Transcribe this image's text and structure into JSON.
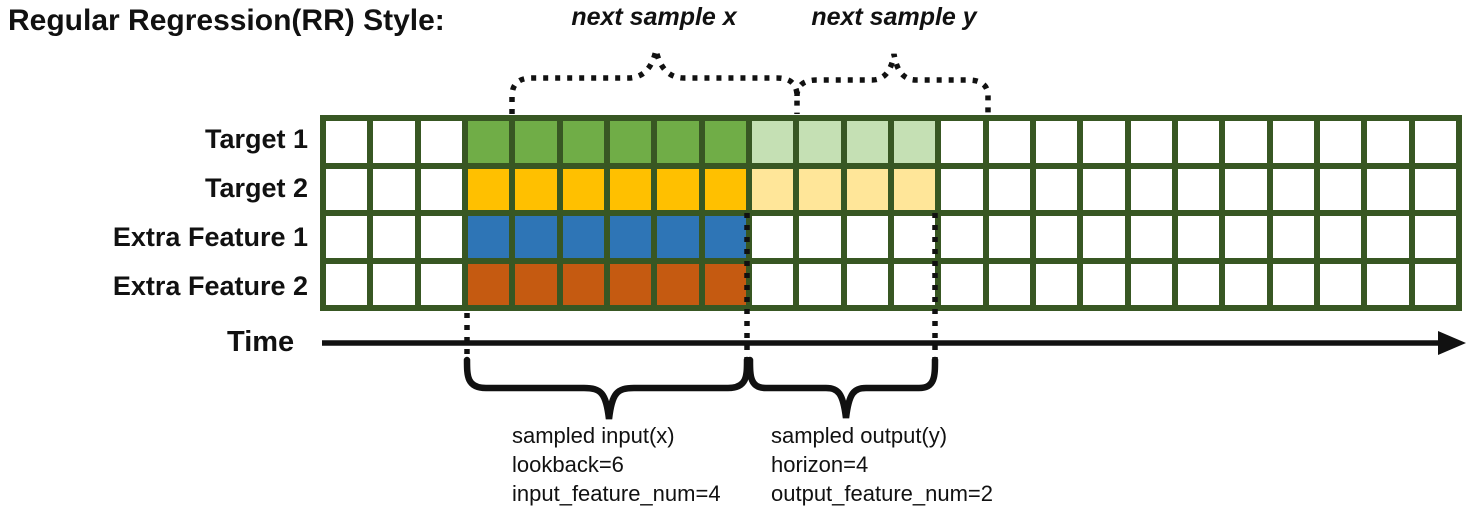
{
  "title": "Regular Regression(RR) Style:",
  "annotations": {
    "next_sample_x": "next sample x",
    "next_sample_y": "next sample y",
    "time_label": "Time",
    "sampled_input_lines": [
      "sampled input(x)",
      "lookback=6",
      "input_feature_num=4"
    ],
    "sampled_output_lines": [
      "sampled output(y)",
      "horizon=4",
      "output_feature_num=2"
    ]
  },
  "grid": {
    "columns": 24,
    "row_count": 4,
    "border_color": "#385723",
    "empty_cell_color": "#ffffff",
    "rows": [
      {
        "label": "Target 1",
        "solid_color": "#70AD47",
        "light_color": "#C5E0B4",
        "solid_cols": [
          4,
          9
        ],
        "light_cols": [
          10,
          13
        ]
      },
      {
        "label": "Target 2",
        "solid_color": "#FFC000",
        "light_color": "#FFE699",
        "solid_cols": [
          4,
          9
        ],
        "light_cols": [
          10,
          13
        ]
      },
      {
        "label": "Extra Feature 1",
        "solid_color": "#2E75B6",
        "light_color": null,
        "solid_cols": [
          4,
          9
        ],
        "light_cols": null
      },
      {
        "label": "Extra Feature 2",
        "solid_color": "#C55A11",
        "light_color": null,
        "solid_cols": [
          4,
          9
        ],
        "light_cols": null
      }
    ],
    "sampling": {
      "lookback": 6,
      "horizon": 4,
      "input_feature_num": 4,
      "output_feature_num": 2
    }
  },
  "colors": {
    "annotation_line": "#111111"
  }
}
